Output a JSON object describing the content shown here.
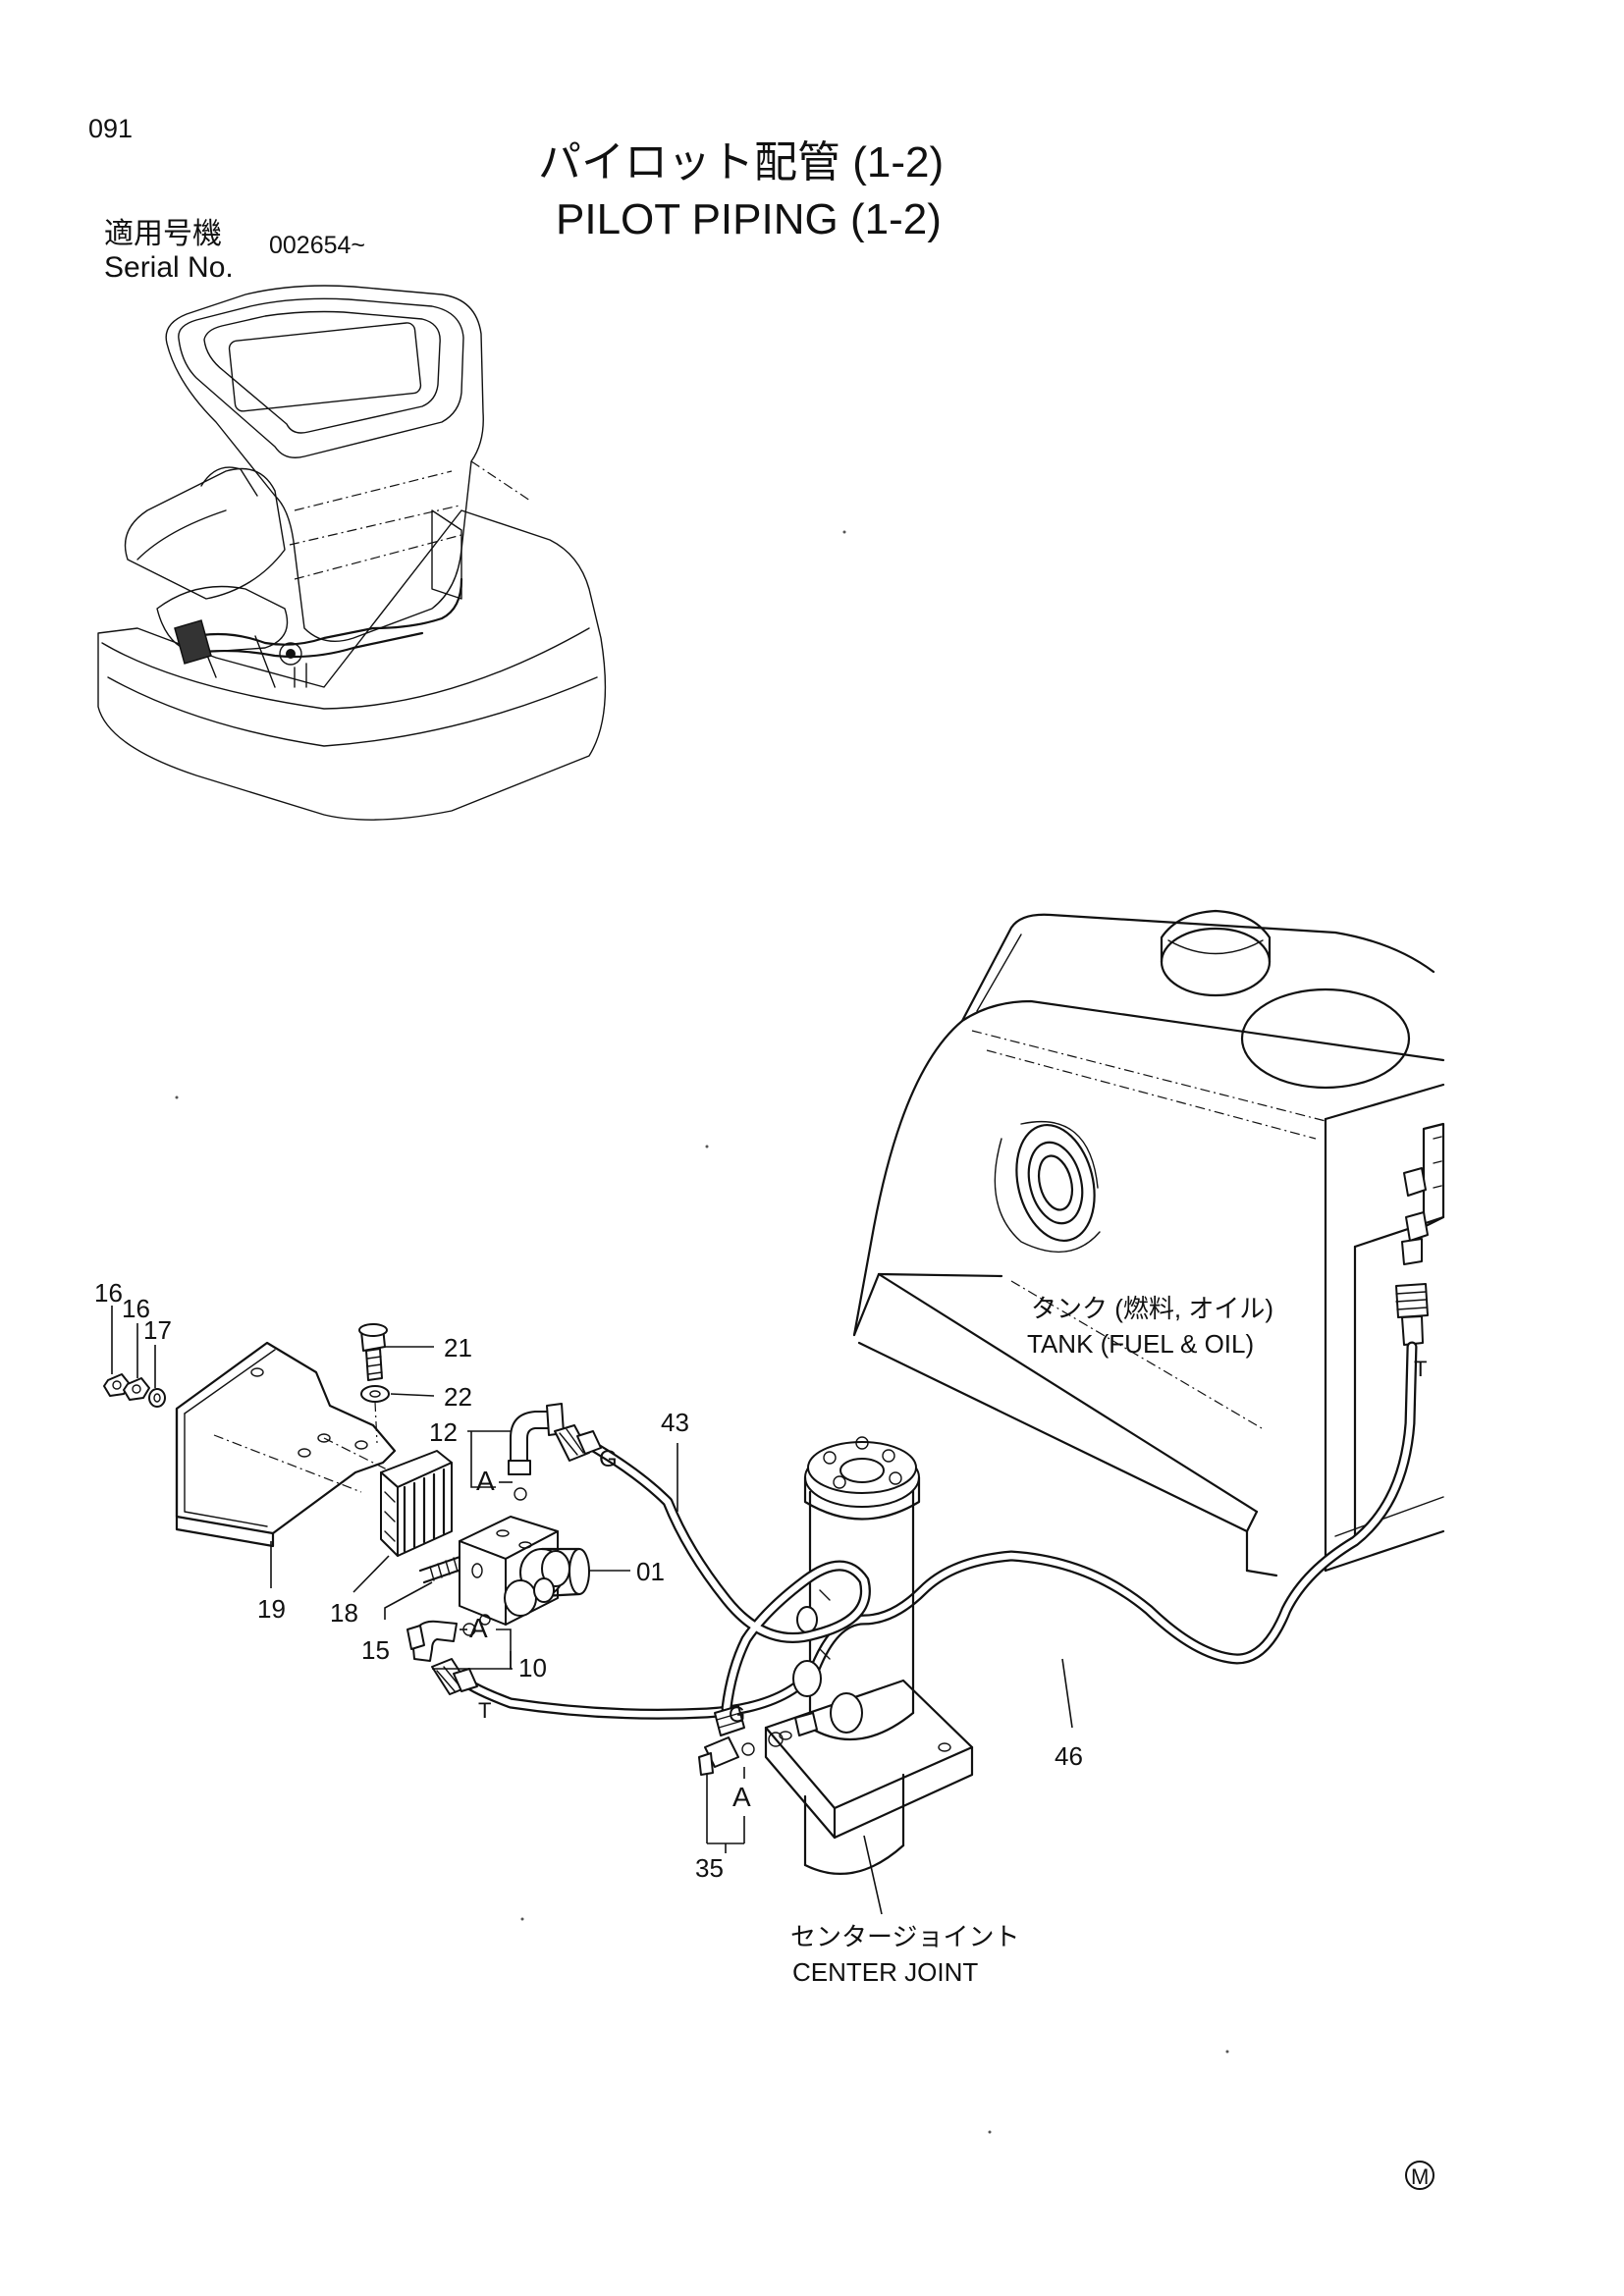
{
  "header": {
    "page_number": "091",
    "title_jp": "パイロット配管 (1-2)",
    "title_en": "PILOT PIPING (1-2)",
    "serial_label_jp": "適用号機",
    "serial_label_en": "Serial No.",
    "serial_value": "002654~"
  },
  "labels": {
    "tank_jp": "タンク (燃料, オイル)",
    "tank_en": "TANK (FUEL & OIL)",
    "center_joint_jp": "センタージョイント",
    "center_joint_en": "CENTER JOINT"
  },
  "parts": {
    "p01": "01",
    "p10": "10",
    "p12": "12",
    "p15": "15",
    "p16a": "16",
    "p16b": "16",
    "p17": "17",
    "p18": "18",
    "p19": "19",
    "p21": "21",
    "p22": "22",
    "p35": "35",
    "p43": "43",
    "p46": "46"
  },
  "ports": {
    "A1": "A",
    "A2": "A",
    "A3": "A",
    "G1": "G",
    "G2": "G",
    "T1": "T",
    "T2": "T"
  },
  "footer": {
    "mark": "M"
  }
}
